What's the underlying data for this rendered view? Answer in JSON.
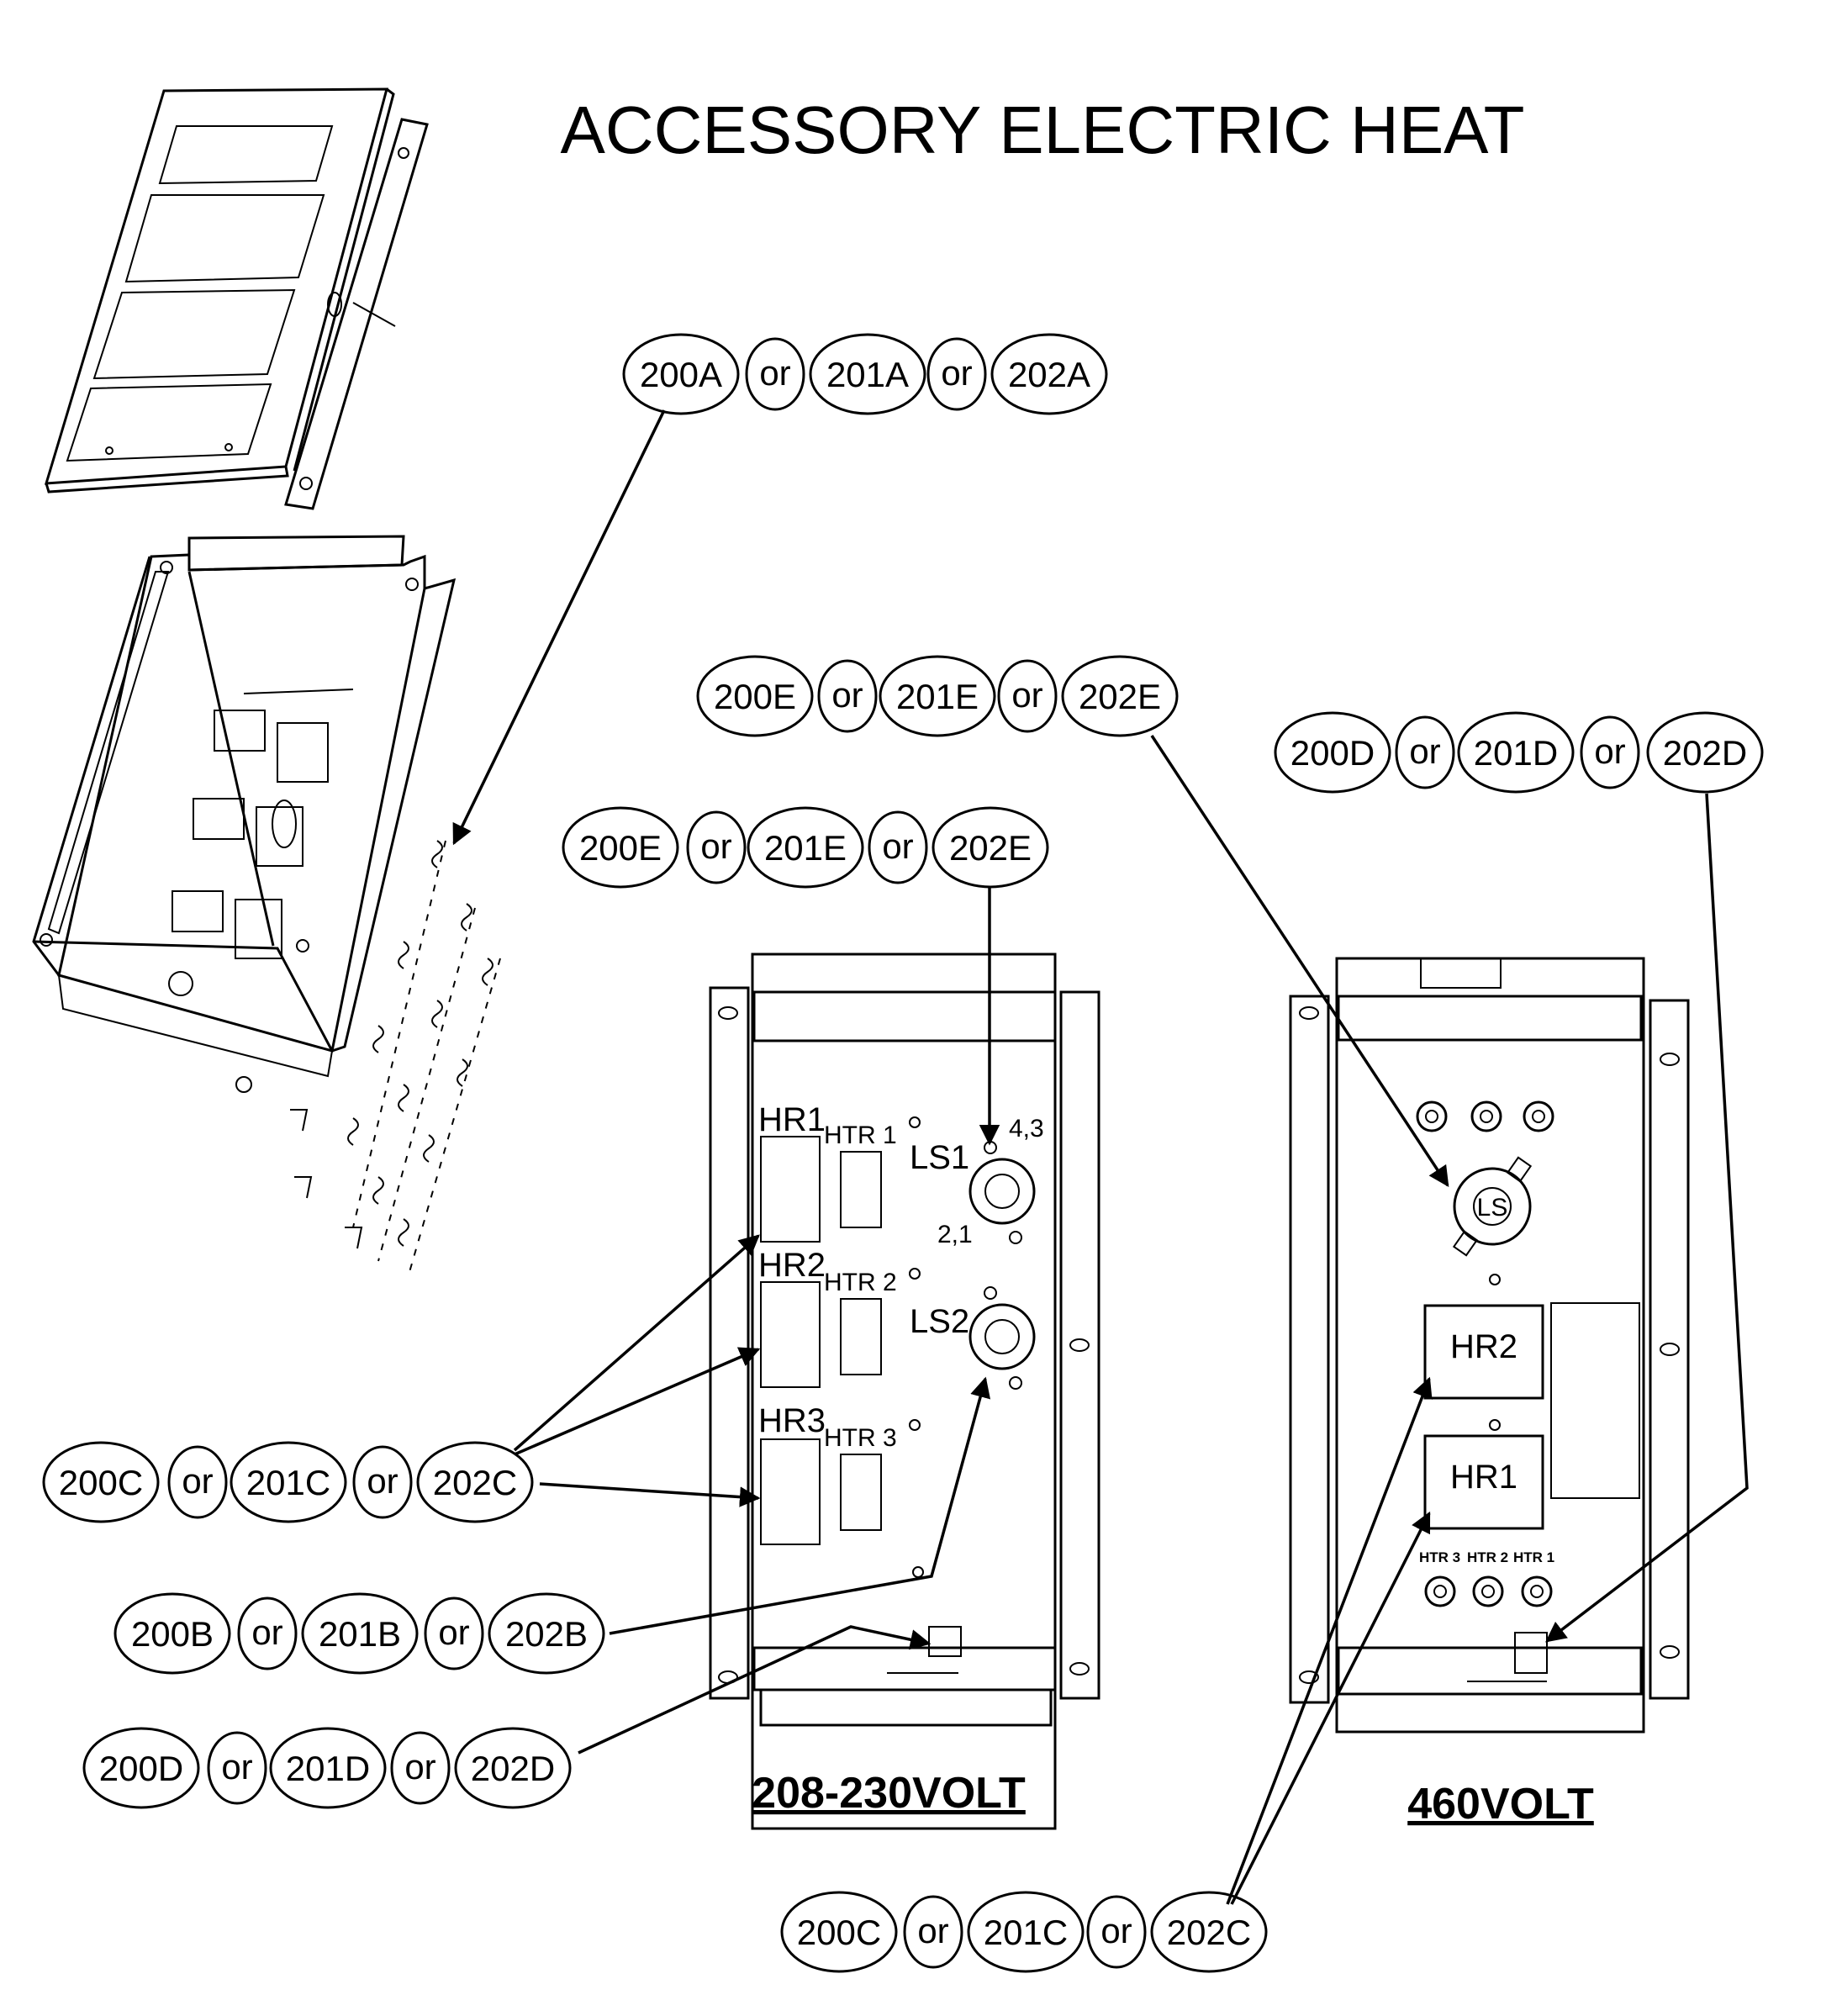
{
  "title": "ACCESSORY ELECTRIC HEAT",
  "callout_groups": [
    {
      "id": "a-top",
      "labels": [
        "200A",
        "201A",
        "202A"
      ],
      "separator": "or"
    },
    {
      "id": "e-460",
      "labels": [
        "200E",
        "201E",
        "202E"
      ],
      "separator": "or"
    },
    {
      "id": "d-460",
      "labels": [
        "200D",
        "201D",
        "202D"
      ],
      "separator": "or"
    },
    {
      "id": "e-208",
      "labels": [
        "200E",
        "201E",
        "202E"
      ],
      "separator": "or"
    },
    {
      "id": "c-208",
      "labels": [
        "200C",
        "201C",
        "202C"
      ],
      "separator": "or"
    },
    {
      "id": "b-208",
      "labels": [
        "200B",
        "201B",
        "202B"
      ],
      "separator": "or"
    },
    {
      "id": "d-208",
      "labels": [
        "200D",
        "201D",
        "202D"
      ],
      "separator": "or"
    },
    {
      "id": "c-460",
      "labels": [
        "200C",
        "201C",
        "202C"
      ],
      "separator": "or"
    }
  ],
  "panel_208": {
    "caption": "208-230VOLT",
    "relays": [
      "HR1",
      "HR2",
      "HR3"
    ],
    "heaters": [
      "HTR 1",
      "HTR 2",
      "HTR 3"
    ],
    "limit_switches": [
      "LS1",
      "LS2"
    ],
    "terminal_labels": [
      "4,3",
      "2,1"
    ]
  },
  "panel_460": {
    "caption": "460VOLT",
    "limit_switch": "LS",
    "relays": [
      "HR2",
      "HR1"
    ],
    "heaters": [
      "HTR 3",
      "HTR 2",
      "HTR 1"
    ]
  }
}
